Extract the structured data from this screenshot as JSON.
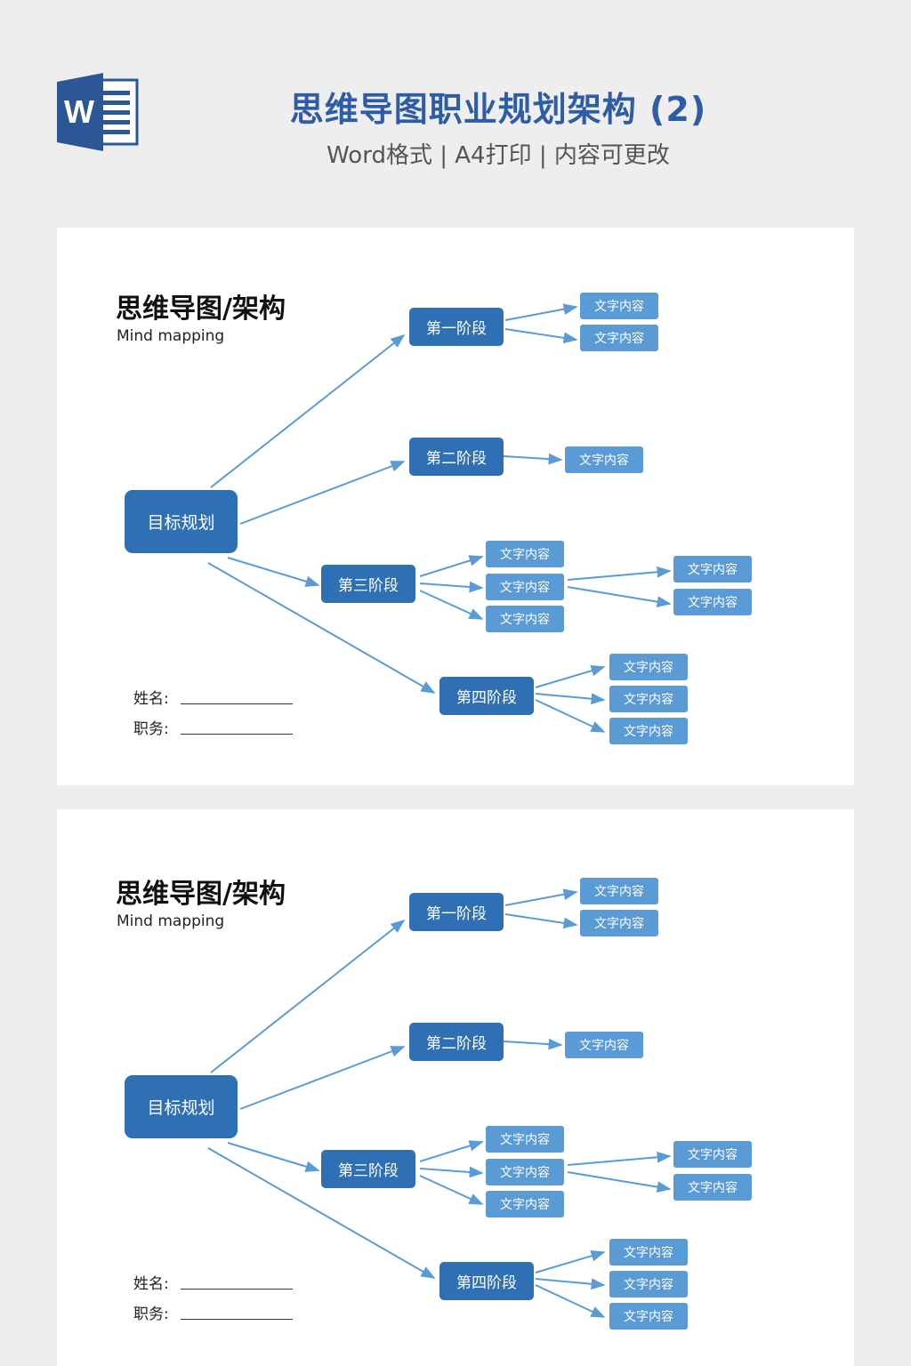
{
  "header": {
    "logo_letter": "W",
    "title": "思维导图职业规划架构 (2)",
    "subtitle": "Word格式 | A4打印 | 内容可更改"
  },
  "colors": {
    "title_blue": "#2e5da5",
    "node_dark": "#2f70b5",
    "node_light": "#5b9bd5",
    "connector": "#5b9bd5",
    "background": "#eeeeee"
  },
  "mindmap": {
    "title": "思维导图/架构",
    "subtitle": "Mind mapping",
    "root": "目标规划",
    "stages": [
      {
        "label": "第一阶段",
        "items": [
          "文字内容",
          "文字内容"
        ]
      },
      {
        "label": "第二阶段",
        "items": [
          "文字内容"
        ]
      },
      {
        "label": "第三阶段",
        "items": [
          "文字内容",
          "文字内容",
          "文字内容"
        ],
        "sub_items": [
          "文字内容",
          "文字内容"
        ]
      },
      {
        "label": "第四阶段",
        "items": [
          "文字内容",
          "文字内容",
          "文字内容"
        ]
      }
    ],
    "fields": {
      "name_label": "姓名:",
      "position_label": "职务:"
    }
  }
}
